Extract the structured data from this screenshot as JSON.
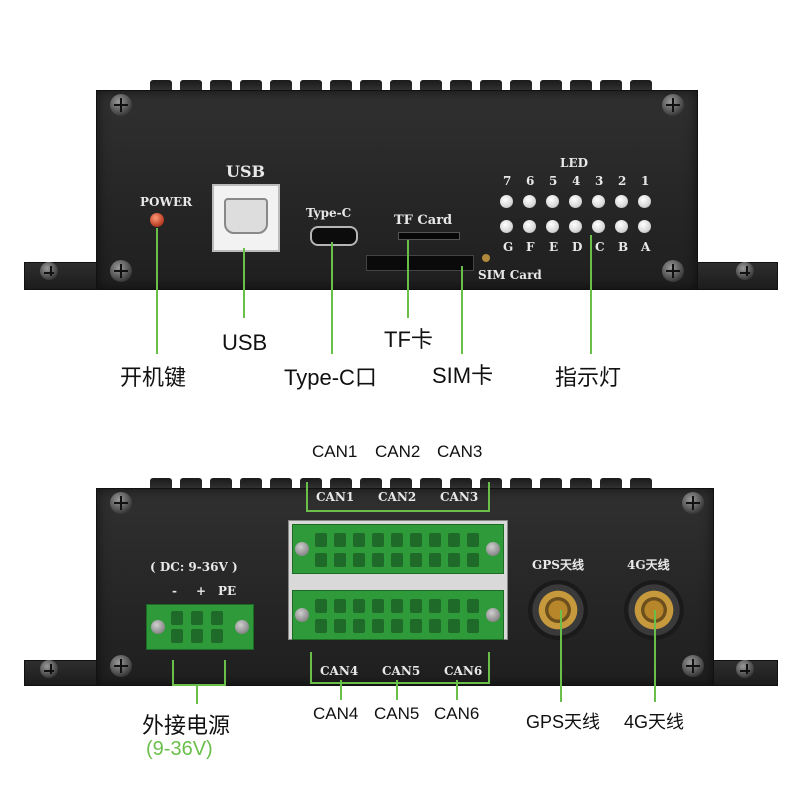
{
  "top_panel": {
    "silkscreen": {
      "usb": "USB",
      "type_c": "Type-C",
      "tf_card": "TF Card",
      "sim_card": "SIM Card",
      "power": "POWER",
      "led": "LED",
      "led_numbers": [
        "7",
        "6",
        "5",
        "4",
        "3",
        "2",
        "1"
      ],
      "led_letters": [
        "G",
        "F",
        "E",
        "D",
        "C",
        "B",
        "A"
      ]
    },
    "callouts": {
      "power_key": "开机键",
      "usb": "USB",
      "type_c": "Type-C口",
      "tf": "TF卡",
      "sim": "SIM卡",
      "indicator": "指示灯"
    }
  },
  "bottom_panel": {
    "silkscreen": {
      "dc": "( DC: 9-36V )",
      "polarity": [
        "-",
        "+",
        "PE"
      ],
      "can_top": [
        "CAN1",
        "CAN2",
        "CAN3"
      ],
      "can_bottom": [
        "CAN4",
        "CAN5",
        "CAN6"
      ],
      "gps_antenna": "GPS天线",
      "g4_antenna": "4G天线"
    },
    "callouts": {
      "can_top": [
        "CAN1",
        "CAN2",
        "CAN3"
      ],
      "can_bottom": [
        "CAN4",
        "CAN5",
        "CAN6"
      ],
      "power_in": "外接电源",
      "power_range": "(9-36V)",
      "gps": "GPS天线",
      "g4": "4G天线"
    }
  },
  "colors": {
    "callout_line": "#6abf4b",
    "range_text": "#6abf4b",
    "terminal_green": "#2f9a3a"
  }
}
